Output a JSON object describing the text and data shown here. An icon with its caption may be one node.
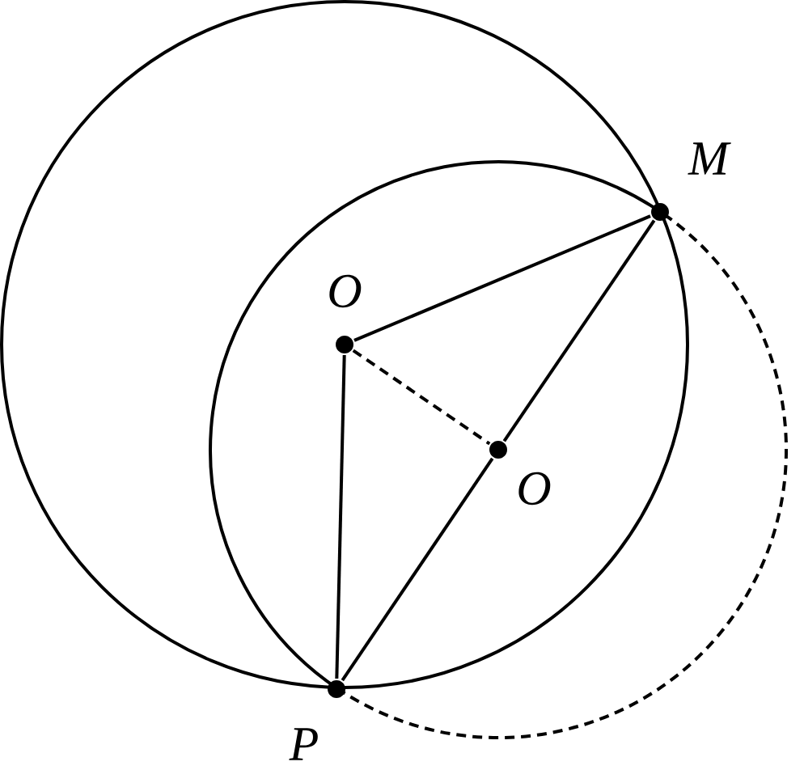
{
  "diagram": {
    "nodes": [
      {
        "text": [
          "O"
        ]
      },
      {
        "text": [
          "M"
        ]
      },
      {
        "text": [
          "O"
        ]
      },
      {
        "text": [
          "P"
        ]
      }
    ],
    "edges": [
      {
        "from": 0,
        "to": 1,
        "arrow": "none"
      },
      {
        "from": 0,
        "to": 3,
        "arrow": "none"
      },
      {
        "from": 1,
        "to": 2,
        "arrow": "none"
      },
      {
        "from": 2,
        "to": 3,
        "arrow": "none"
      },
      {
        "from": 0,
        "to": 2,
        "arrow": "none",
        "style": "dashed"
      }
    ]
  }
}
